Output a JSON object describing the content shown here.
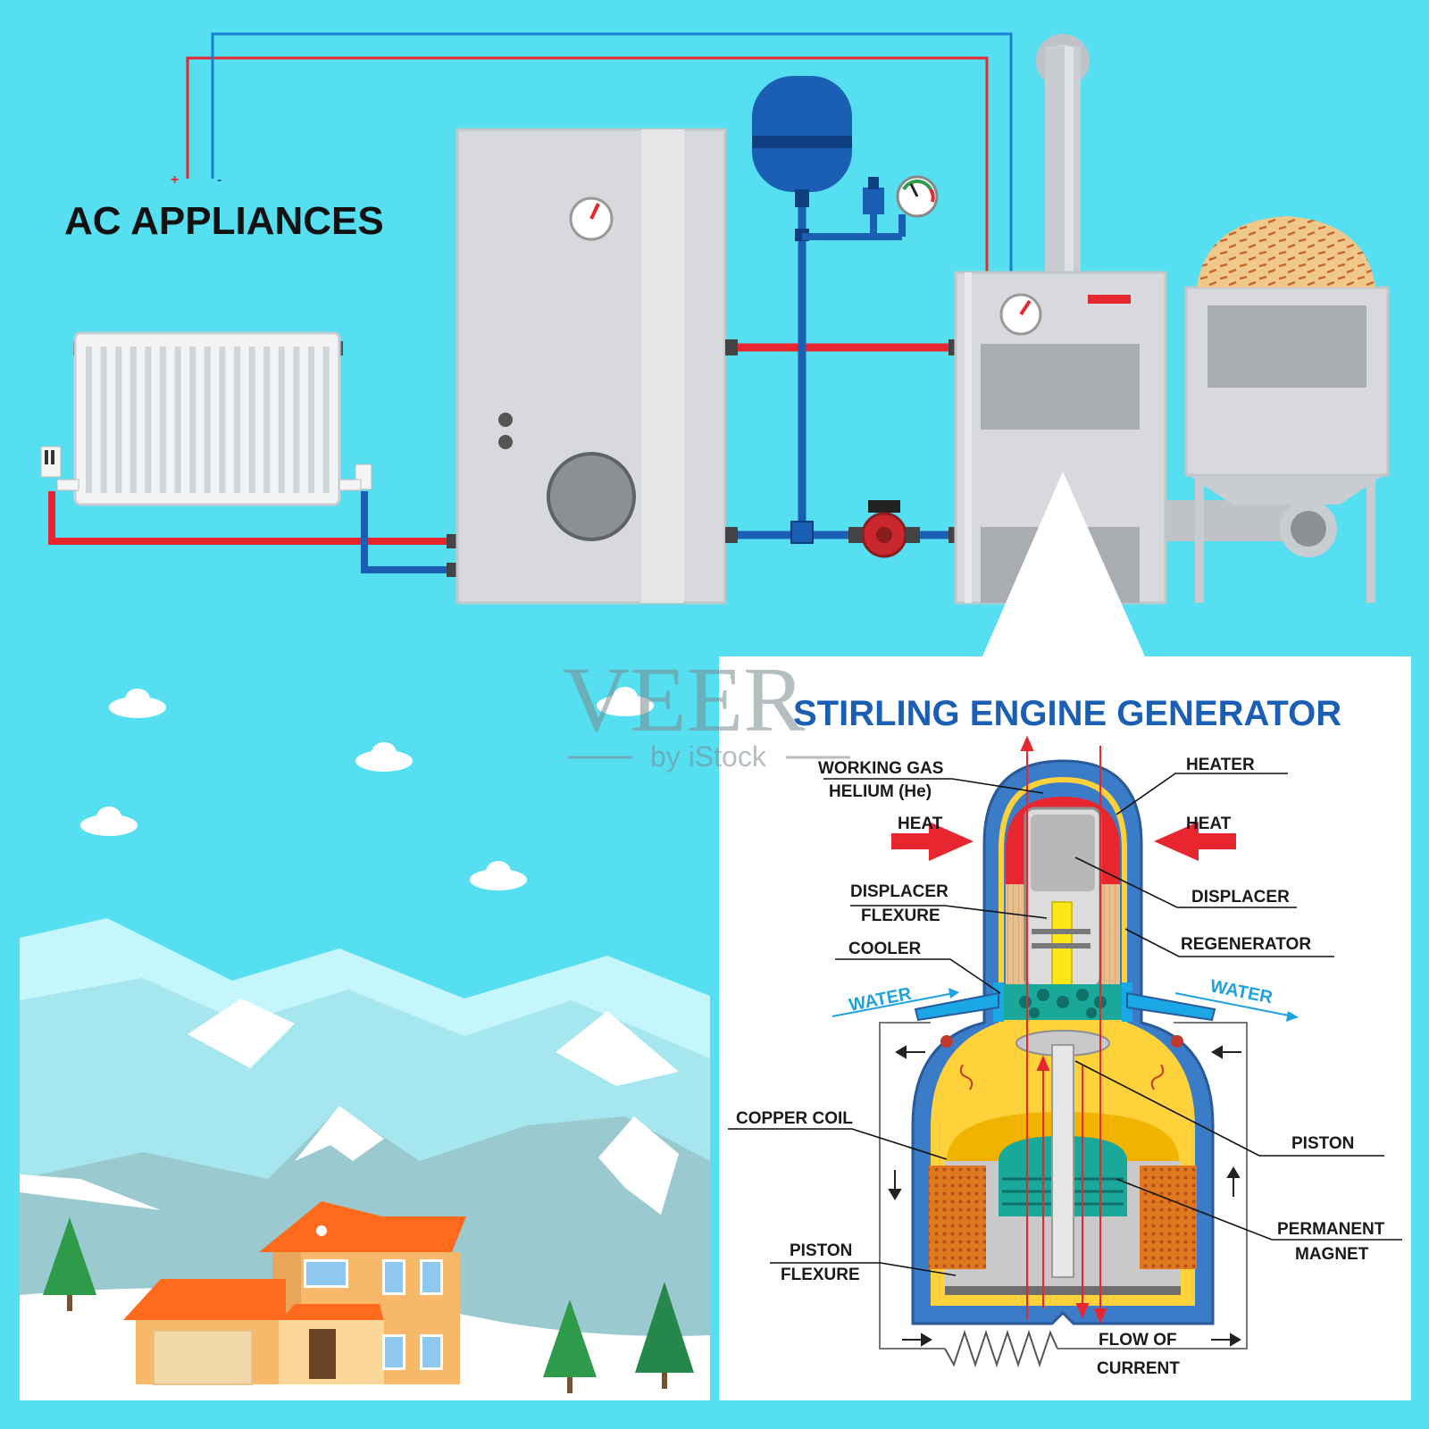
{
  "heading": {
    "ac_appliances": "AC APPLIANCES",
    "generator_title": "STIRLING ENGINE GENERATOR"
  },
  "terminals": {
    "plus": "+",
    "minus": "-"
  },
  "labels": {
    "working_gas": "WORKING GAS",
    "helium": "HELIUM (He)",
    "heater": "HEATER",
    "heat_left": "HEAT",
    "heat_right": "HEAT",
    "displacer_flexure_1": "DISPLACER",
    "displacer_flexure_2": "FLEXURE",
    "displacer": "DISPLACER",
    "regenerator": "REGENERATOR",
    "cooler": "COOLER",
    "water_in": "WATER",
    "water_out": "WATER",
    "copper_coil": "COPPER COIL",
    "piston": "PISTON",
    "permanent_magnet_1": "PERMANENT",
    "permanent_magnet_2": "MAGNET",
    "piston_flexure_1": "PISTON",
    "piston_flexure_2": "FLEXURE",
    "flow_of_current_1": "FLOW OF",
    "flow_of_current_2": "CURRENT"
  },
  "watermark": {
    "brand": "VEER",
    "by": "by iStock"
  },
  "colors": {
    "sky": "#55dff0",
    "hot_pipe": "#e8262f",
    "cold_pipe": "#1a5fb4",
    "tank": "#d7d9dc",
    "heat_arrow": "#e8262f",
    "water_arrow": "#1fa3e0",
    "title_blue": "#1a5fb4"
  }
}
